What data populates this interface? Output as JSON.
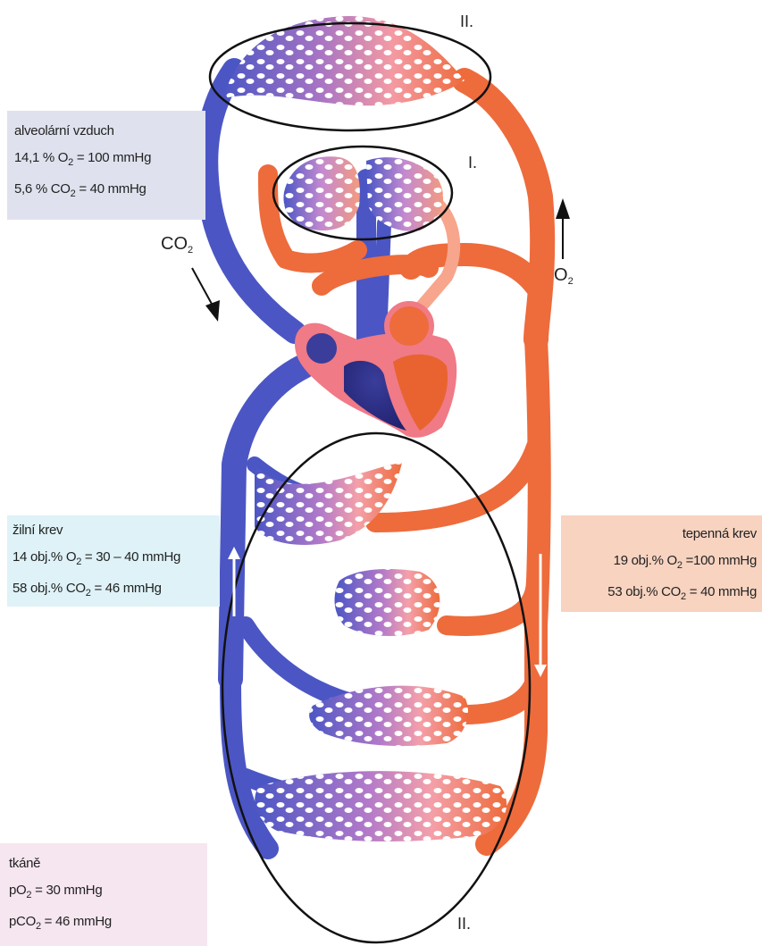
{
  "colors": {
    "venous": "#4b56c4",
    "arterial": "#ee6b3c",
    "heart_wall": "#f07a86",
    "heart_dark": "#2e2f8a"
  },
  "labels": {
    "circuit_top": "II.",
    "circuit_lung": "I.",
    "circuit_bottom": "II.",
    "co2": "CO",
    "co2_sub": "2",
    "o2": "O",
    "o2_sub": "2"
  },
  "alveolar": {
    "title": "alveolární vzduch",
    "line1_pre": "14,1 % O",
    "line1_sub": "2",
    "line1_post": " = 100 mmHg",
    "line2_pre": "5,6 % CO",
    "line2_sub": "2",
    "line2_post": " = 40 mmHg"
  },
  "venous": {
    "title": "žilní krev",
    "line1_pre": "14 obj.% O",
    "line1_sub": "2",
    "line1_post": " = 30 – 40 mmHg",
    "line2_pre": "58 obj.% CO",
    "line2_sub": "2",
    "line2_post": " = 46 mmHg"
  },
  "arterial": {
    "title": "tepenná krev",
    "line1_pre": "19 obj.% O",
    "line1_sub": "2",
    "line1_post": " =100 mmHg",
    "line2_pre": "53 obj.% CO",
    "line2_sub": "2",
    "line2_post": " = 40 mmHg"
  },
  "tissue": {
    "title": "tkáně",
    "line1_pre": "pO",
    "line1_sub": "2",
    "line1_post": " = 30 mmHg",
    "line2_pre": "pCO",
    "line2_sub": "2",
    "line2_post": " = 46 mmHg"
  }
}
